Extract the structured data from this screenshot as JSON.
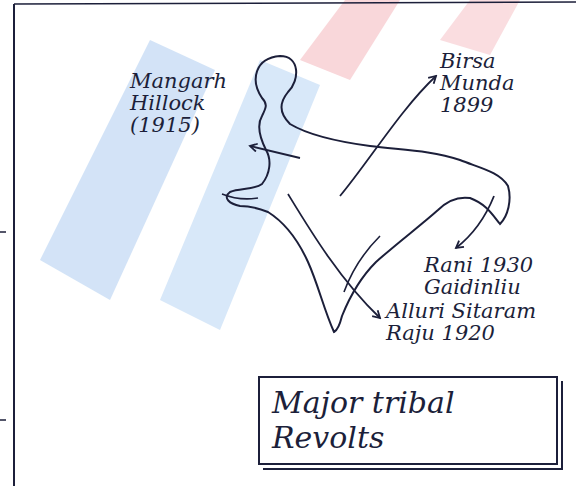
{
  "diagram": {
    "nodes": [
      {
        "text": [
          "Major tribal Revolts"
        ]
      }
    ],
    "labels": [
      "Mangarh Hillock (1915)",
      "Birsa Munda 1899",
      "Rani 1930 Gaidinliu",
      "Alluri Sitaram Raju 1920"
    ]
  }
}
